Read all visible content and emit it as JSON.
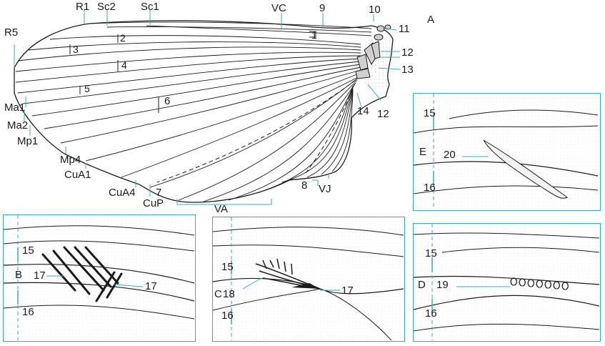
{
  "main_panel": {
    "letter": "A",
    "labels": {
      "R1": "R1",
      "Sc2": "Sc2",
      "Sc1": "Sc1",
      "VC": "VC",
      "n9": "9",
      "n10": "10",
      "n11": "11",
      "n12a": "12",
      "n12b": "12",
      "n13": "13",
      "n14": "14",
      "R5": "R5",
      "n2": "2",
      "n3": "3",
      "n4": "4",
      "n5": "5",
      "n6": "6",
      "n1": "1",
      "Ma1": "Ma1",
      "Ma2": "Ma2",
      "Mp1": "Mp1",
      "Mp4": "Mp4",
      "CuA1": "CuA1",
      "CuA4": "CuA4",
      "CuP": "CuP",
      "n7": "7",
      "n8": "8",
      "VJ": "VJ",
      "VA": "VA"
    }
  },
  "panel_E": {
    "letter": "E",
    "n15": "15",
    "n16": "16",
    "n20": "20"
  },
  "panel_B": {
    "letter": "B",
    "n15": "15",
    "n16": "16",
    "n17a": "17",
    "n17b": "17"
  },
  "panel_C": {
    "letter": "C",
    "n15": "15",
    "n16": "16",
    "n18": "18",
    "n17": "17"
  },
  "panel_D": {
    "letter": "D",
    "n15": "15",
    "n16": "16",
    "n19": "19"
  },
  "colors": {
    "line": "#1a1a1a",
    "accent": "#3aa8c8",
    "stipple": "#9a9a9a"
  }
}
